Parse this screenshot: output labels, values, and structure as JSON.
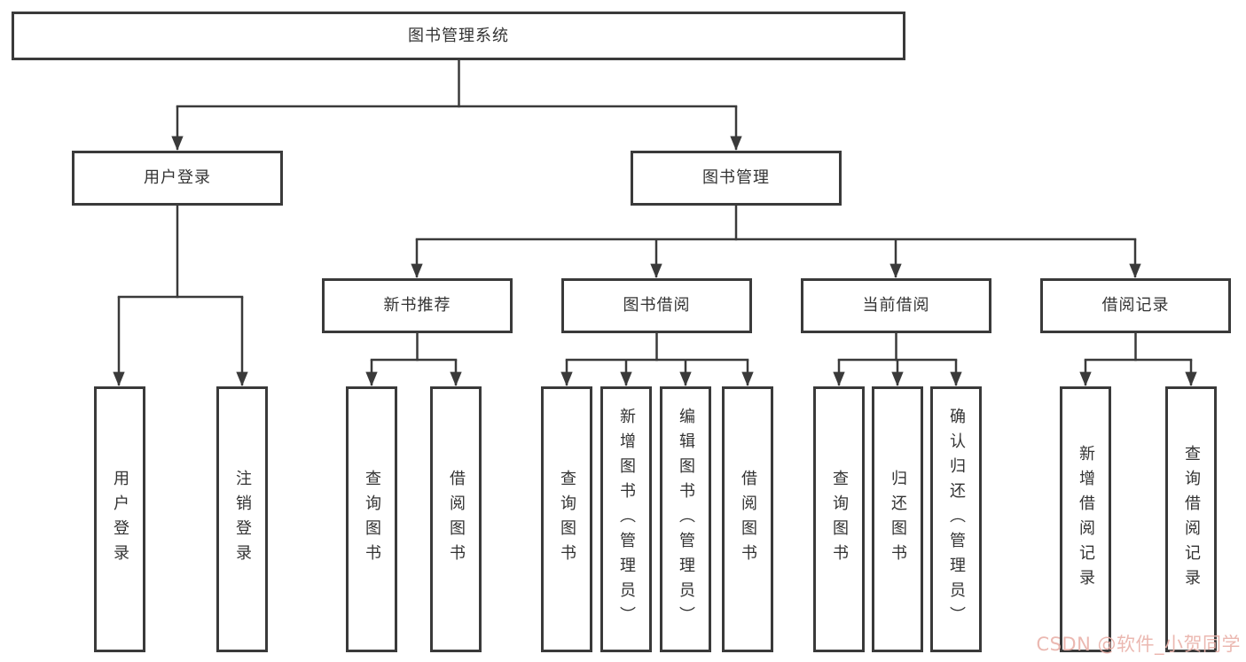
{
  "diagram": {
    "watermark": "CSDN @软件_小贺同学",
    "colors": {
      "background": "#ffffff",
      "box_border": "#3a3a3a",
      "connector_line": "#3a3a3a",
      "text": "#333333",
      "watermark_text": "#eab3ab"
    },
    "root": {
      "label": "图书管理系统",
      "children": [
        {
          "label": "用户登录",
          "children": [
            {
              "label": "用户登录"
            },
            {
              "label": "注销登录"
            }
          ]
        },
        {
          "label": "图书管理",
          "children": [
            {
              "label": "新书推荐",
              "children": [
                {
                  "label": "查询图书"
                },
                {
                  "label": "借阅图书"
                }
              ]
            },
            {
              "label": "图书借阅",
              "children": [
                {
                  "label": "查询图书"
                },
                {
                  "label": "新增图书（管理员）"
                },
                {
                  "label": "编辑图书（管理员）"
                },
                {
                  "label": "借阅图书"
                }
              ]
            },
            {
              "label": "当前借阅",
              "children": [
                {
                  "label": "查询图书"
                },
                {
                  "label": "归还图书"
                },
                {
                  "label": "确认归还（管理员）"
                }
              ]
            },
            {
              "label": "借阅记录",
              "children": [
                {
                  "label": "新增借阅记录"
                },
                {
                  "label": "查询借阅记录"
                }
              ]
            }
          ]
        }
      ]
    }
  }
}
